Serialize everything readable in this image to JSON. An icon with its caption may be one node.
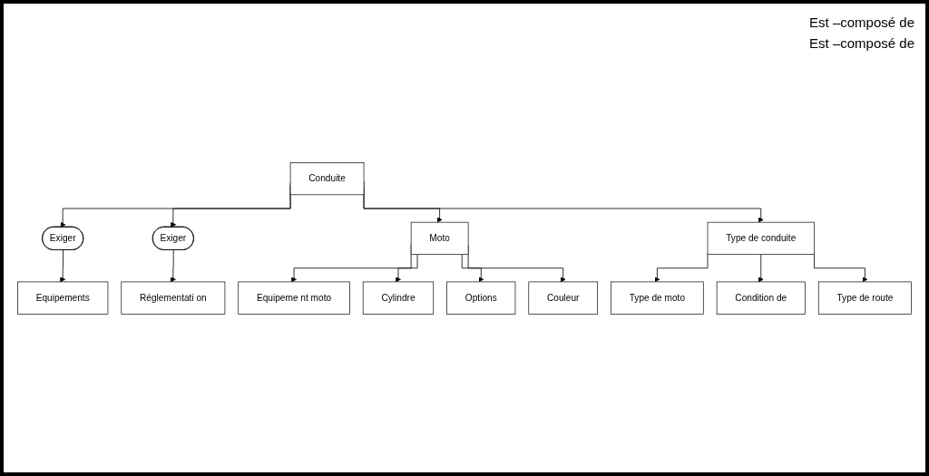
{
  "diagram": {
    "nodes": [
      {
        "text": [
          "Conduite"
        ]
      },
      {
        "text": [
          "Exiger"
        ]
      },
      {
        "text": [
          "Exiger"
        ]
      },
      {
        "text": [
          "Equipements"
        ]
      },
      {
        "text": [
          "Moto"
        ]
      },
      {
        "text": [
          "Type de conduite"
        ]
      },
      {
        "text": [
          "Réglementati on"
        ]
      },
      {
        "text": [
          "Equipeme nt moto"
        ]
      },
      {
        "text": [
          "Cylindre"
        ]
      },
      {
        "text": [
          "Options"
        ]
      },
      {
        "text": [
          "Couleur"
        ]
      },
      {
        "text": [
          "Type de moto"
        ]
      },
      {
        "text": [
          "Condition de"
        ]
      },
      {
        "text": [
          "Type de route"
        ]
      }
    ],
    "edges": [
      {
        "from": 0,
        "to": 1,
        "arrow": "to"
      },
      {
        "from": 0,
        "to": 2,
        "arrow": "to"
      },
      {
        "from": 1,
        "to": 3,
        "arrow": "to"
      },
      {
        "from": 2,
        "to": 6,
        "arrow": "to"
      },
      {
        "from": 0,
        "to": 4,
        "arrow": "to"
      },
      {
        "from": 0,
        "to": 5,
        "arrow": "to"
      },
      {
        "from": 4,
        "to": 7,
        "arrow": "to"
      },
      {
        "from": 4,
        "to": 8,
        "arrow": "to"
      },
      {
        "from": 4,
        "to": 9,
        "arrow": "to"
      },
      {
        "from": 4,
        "to": 10,
        "arrow": "to"
      },
      {
        "from": 5,
        "to": 11,
        "arrow": "to"
      },
      {
        "from": 5,
        "to": 12,
        "arrow": "to"
      },
      {
        "from": 5,
        "to": 13,
        "arrow": "to"
      }
    ],
    "labels": [
      "Est –composé de",
      "Est –composé de"
    ]
  }
}
